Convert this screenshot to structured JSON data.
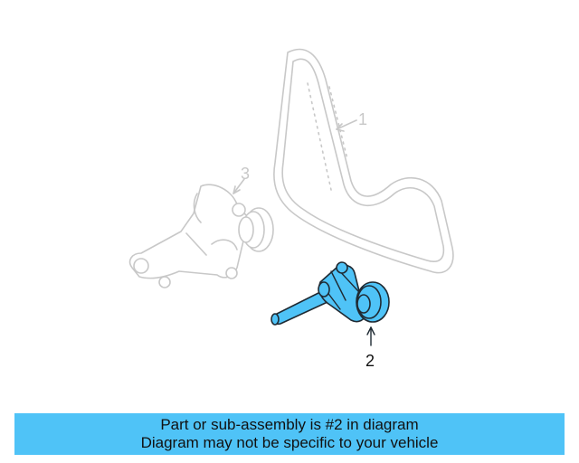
{
  "callouts": {
    "part1": "1",
    "part2": "2",
    "part3": "3"
  },
  "banner": {
    "line1": "Part or sub-assembly is #2 in diagram",
    "line2": "Diagram may not be specific to your vehicle"
  },
  "colors": {
    "highlight": "#4fc3f7",
    "ghost_parts": "#c8c8c8",
    "banner_background": "#4fc3f7"
  }
}
